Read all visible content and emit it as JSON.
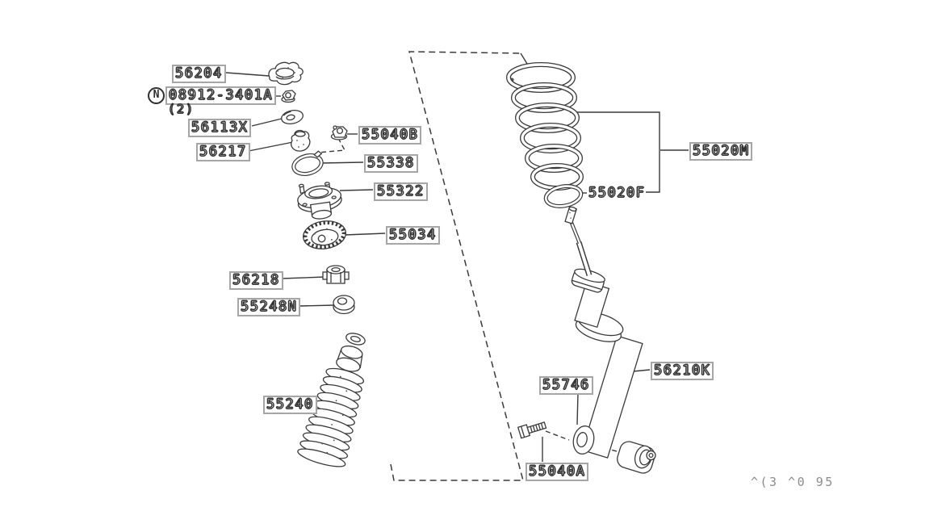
{
  "diagram": {
    "type": "exploded-parts-diagram",
    "subject": "rear shock absorber and coil spring assembly",
    "background": "#ffffff",
    "line_color": "#3a3a3a",
    "label_box_border": "#a6a6a6",
    "labels": [
      {
        "text": "56204",
        "boxed": true
      },
      {
        "prefix": "N",
        "text": "08912-3401A",
        "qty": "(2)",
        "boxed": true
      },
      {
        "text": "56113X",
        "boxed": true
      },
      {
        "text": "56217",
        "boxed": true
      },
      {
        "text": "55040B",
        "boxed": true
      },
      {
        "text": "55338",
        "boxed": true
      },
      {
        "text": "55322",
        "boxed": true
      },
      {
        "text": "55034",
        "boxed": true
      },
      {
        "text": "56218",
        "boxed": true
      },
      {
        "text": "55248N",
        "boxed": true
      },
      {
        "text": "55240",
        "boxed": true
      },
      {
        "text": "55020M",
        "boxed": true
      },
      {
        "text": "55020F",
        "boxed": false
      },
      {
        "text": "56210K",
        "boxed": true
      },
      {
        "text": "55746",
        "boxed": true
      },
      {
        "text": "55040A",
        "boxed": true
      }
    ],
    "footer_code": "^(3 ^0 95"
  }
}
